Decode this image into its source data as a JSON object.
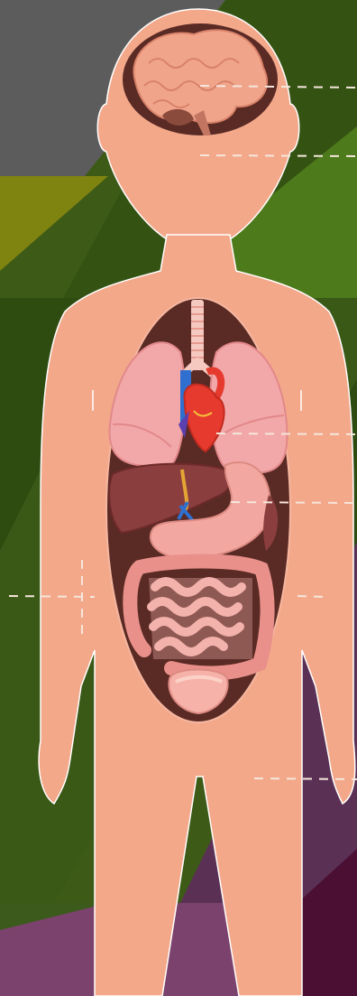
{
  "diagram": {
    "subject": "human-body-internal-organs",
    "organs": [
      "brain",
      "trachea",
      "lungs",
      "heart",
      "liver",
      "stomach",
      "intestines",
      "bladder"
    ],
    "callout_lines": 7,
    "colors": {
      "skin": "#f3a88a",
      "skin_outline": "#ffffff",
      "cavity": "#5a2a24",
      "brain": "#f0a58a",
      "lung": "#f2a8a8",
      "heart": "#e63a2e",
      "vessel_blue": "#2f6fcf",
      "liver": "#8a3e3e",
      "stomach": "#f2a8a0",
      "intestine": "#f0a0a0",
      "bladder": "#f6b2a8",
      "background_green": "#3d5a17",
      "background_purple": "#4e2746"
    }
  }
}
